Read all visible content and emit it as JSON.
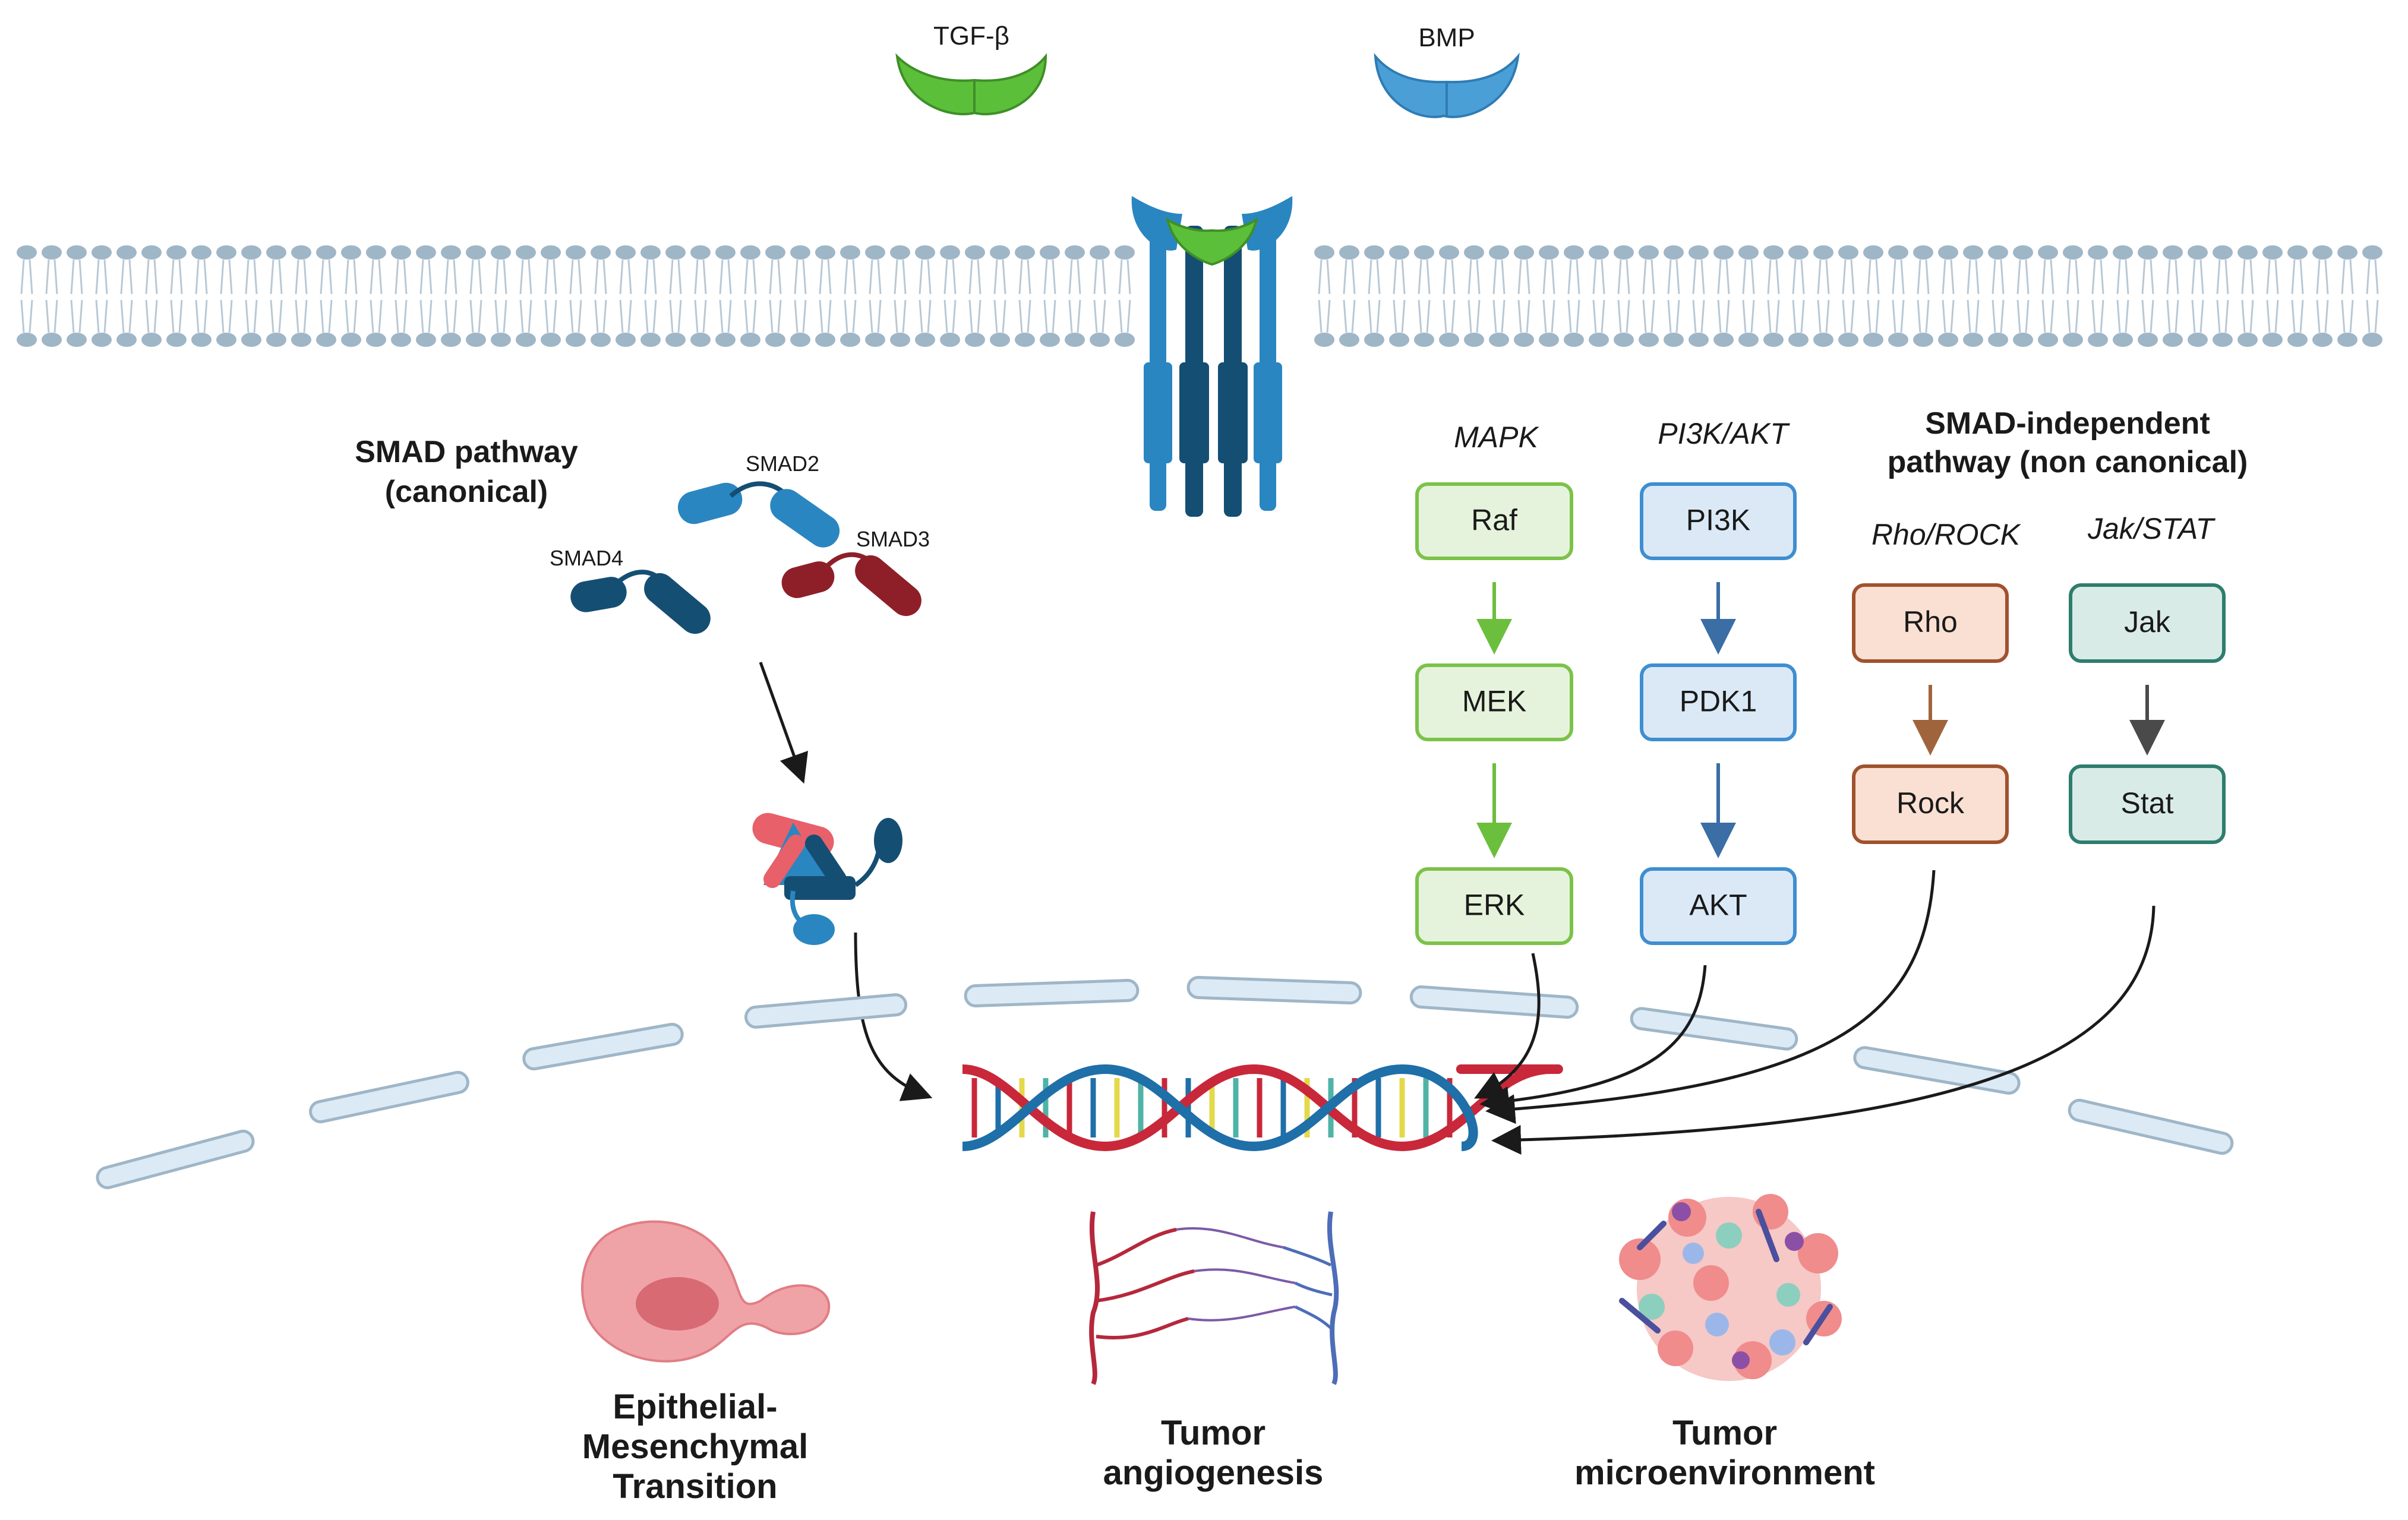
{
  "ligands": {
    "tgfb": "TGF-β",
    "bmp": "BMP"
  },
  "canonical": {
    "title_line1": "SMAD pathway",
    "title_line2": "(canonical)",
    "smad2": "SMAD2",
    "smad3": "SMAD3",
    "smad4": "SMAD4"
  },
  "mapk": {
    "name": "MAPK",
    "nodes": [
      "Raf",
      "MEK",
      "ERK"
    ]
  },
  "pi3k": {
    "name": "PI3K/AKT",
    "nodes": [
      "PI3K",
      "PDK1",
      "AKT"
    ]
  },
  "noncanonical": {
    "title_line1": "SMAD-independent",
    "title_line2": "pathway (non canonical)"
  },
  "rho": {
    "name": "Rho/ROCK",
    "nodes": [
      "Rho",
      "Rock"
    ]
  },
  "jak": {
    "name": "Jak/STAT",
    "nodes": [
      "Jak",
      "Stat"
    ]
  },
  "outcomes": {
    "emt": [
      "Epithelial-",
      "Mesenchymal",
      "Transition"
    ],
    "angio": [
      "Tumor",
      "angiogenesis"
    ],
    "micro": [
      "Tumor",
      "microenvironment"
    ]
  },
  "colors": {
    "mapk_fill": "#e6f3dc",
    "mapk_stroke": "#7cc24a",
    "mapk_arrow": "#6cbf3d",
    "pi3k_fill": "#dbe9f7",
    "pi3k_stroke": "#3e8ed0",
    "pi3k_arrow": "#3a6ea5",
    "rho_fill": "#f9e0d3",
    "rho_stroke": "#a0522d",
    "rho_arrow": "#a0643c",
    "jak_fill": "#d9ebe7",
    "jak_stroke": "#2e7d6e",
    "jak_arrow": "#4a4a4a",
    "tgfb": "#5bbf3a",
    "bmp": "#4a9fd6",
    "dna_red": "#c8283a",
    "dna_blue": "#1f6fa8"
  }
}
